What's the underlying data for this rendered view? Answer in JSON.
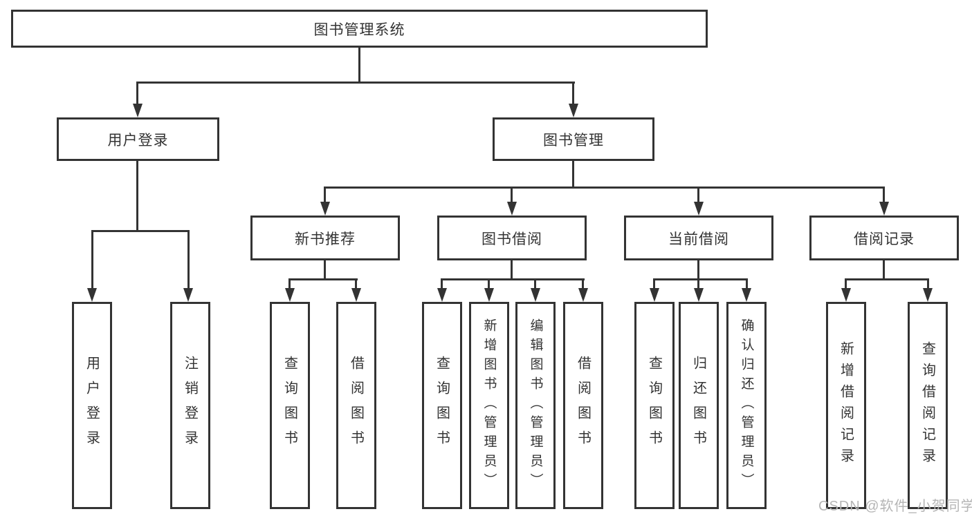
{
  "diagram_title": "图书管理系统",
  "nodes": {
    "root": {
      "label": "图书管理系统"
    },
    "user_login": {
      "label": "用户登录"
    },
    "book_mgmt": {
      "label": "图书管理"
    },
    "new_book": {
      "label": "新书推荐"
    },
    "book_borrow": {
      "label": "图书借阅"
    },
    "current_borrow": {
      "label": "当前借阅"
    },
    "borrow_record": {
      "label": "借阅记录"
    },
    "a1_user_login": {
      "label": "用户登录"
    },
    "a2_logout": {
      "label": "注销登录"
    },
    "b1_query_book": {
      "label": "查询图书"
    },
    "b2_borrow_book": {
      "label": "借阅图书"
    },
    "c1_query_book": {
      "label": "查询图书"
    },
    "c2_add_book_admin": {
      "label": "新增图书（管理员）"
    },
    "c3_edit_book_admin": {
      "label": "编辑图书（管理员）"
    },
    "c4_borrow_book": {
      "label": "借阅图书"
    },
    "d1_query_book": {
      "label": "查询图书"
    },
    "d2_return_book": {
      "label": "归还图书"
    },
    "d3_confirm_return_admin": {
      "label": "确认归还（管理员）"
    },
    "e1_add_borrow_record": {
      "label": "新增借阅记录"
    },
    "e2_query_borrow_record": {
      "label": "查询借阅记录"
    }
  },
  "watermark": {
    "text": "CSDN @软件_小贺同学"
  },
  "colors": {
    "line": "#333333",
    "text": "#333333",
    "watermark": "#b5b5b5",
    "background": "#ffffff"
  }
}
